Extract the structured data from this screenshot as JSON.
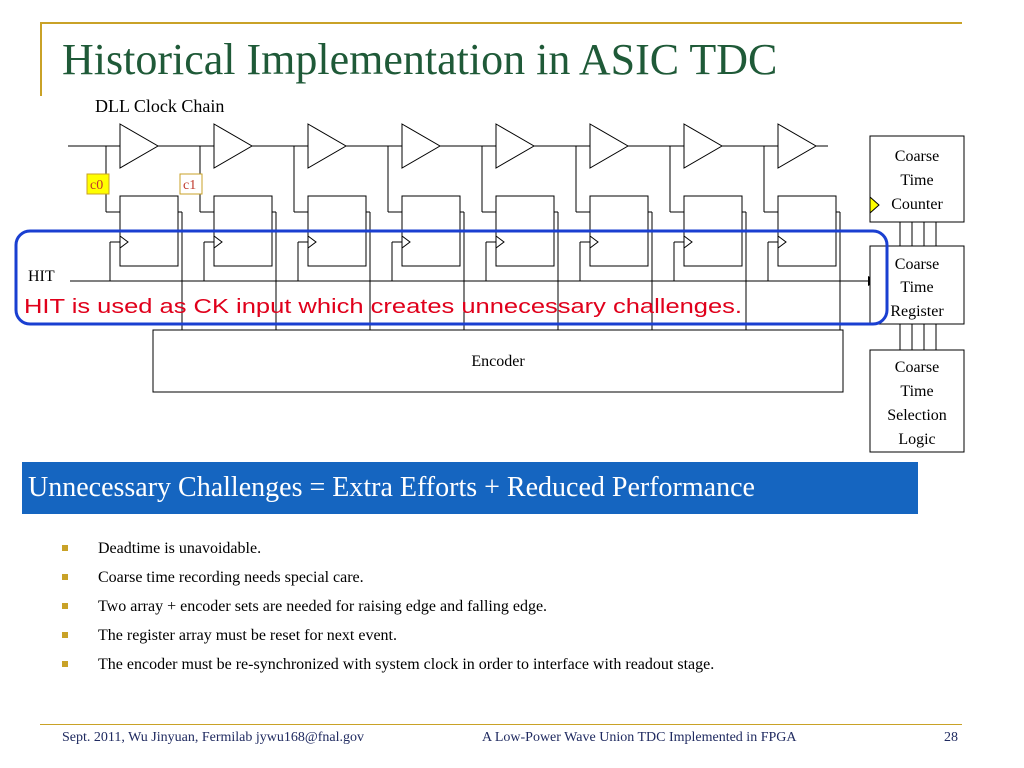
{
  "slide": {
    "title": "Historical Implementation in ASIC TDC",
    "diagram": {
      "dll_label": "DLL Clock Chain",
      "tap_labels": [
        "c0",
        "c1"
      ],
      "hit_label": "HIT",
      "annotation": "HIT is used as CK input which creates unnecessary challenges.",
      "encoder_label": "Encoder",
      "coarse_counter": [
        "Coarse",
        "Time",
        "Counter"
      ],
      "coarse_register": [
        "Coarse",
        "Time",
        "Register"
      ],
      "coarse_selection": [
        "Coarse",
        "Time",
        "Selection",
        "Logic"
      ],
      "colors": {
        "highlight_box": "#1a3fd1",
        "annotation_text": "#e0001b",
        "tap_fill": "#ffff00",
        "tap_border": "#c9a227",
        "tap_text": "#c0392b"
      }
    },
    "banner": "Unnecessary Challenges = Extra Efforts + Reduced Performance",
    "bullets": [
      "Deadtime is unavoidable.",
      "Coarse time recording needs special care.",
      "Two array + encoder sets are needed for raising edge and falling edge.",
      "The register array must be reset for next event.",
      "The encoder must be re-synchronized with system clock in order to interface with readout stage."
    ],
    "footer": {
      "left": "Sept. 2011, Wu Jinyuan, Fermilab jywu168@fnal.gov",
      "center": "A Low-Power Wave Union TDC Implemented in FPGA",
      "page": "28"
    },
    "colors": {
      "title": "#1f5a38",
      "frame": "#c9a227",
      "banner": "#1565c0"
    }
  }
}
